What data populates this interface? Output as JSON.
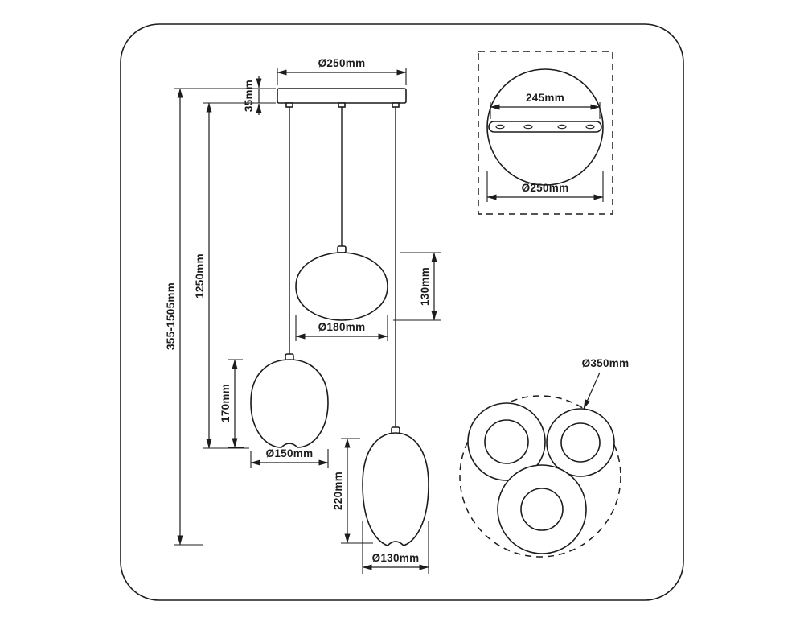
{
  "front": {
    "canopy_diameter": "Ø250mm",
    "canopy_height": "35mm",
    "overall_height": "355-1505mm",
    "cord_drop": "1250mm",
    "middle_shade": {
      "diameter": "Ø180mm",
      "height": "130mm"
    },
    "left_shade": {
      "diameter": "Ø150mm",
      "height": "170mm"
    },
    "right_shade": {
      "diameter": "Ø130mm",
      "height": "220mm"
    }
  },
  "canopy_top_view": {
    "bracket_length": "245mm",
    "plate_diameter": "Ø250mm"
  },
  "bottom_view": {
    "envelope_diameter": "Ø350mm"
  },
  "colors": {
    "line": "#1c1c1c",
    "background": "#ffffff"
  }
}
